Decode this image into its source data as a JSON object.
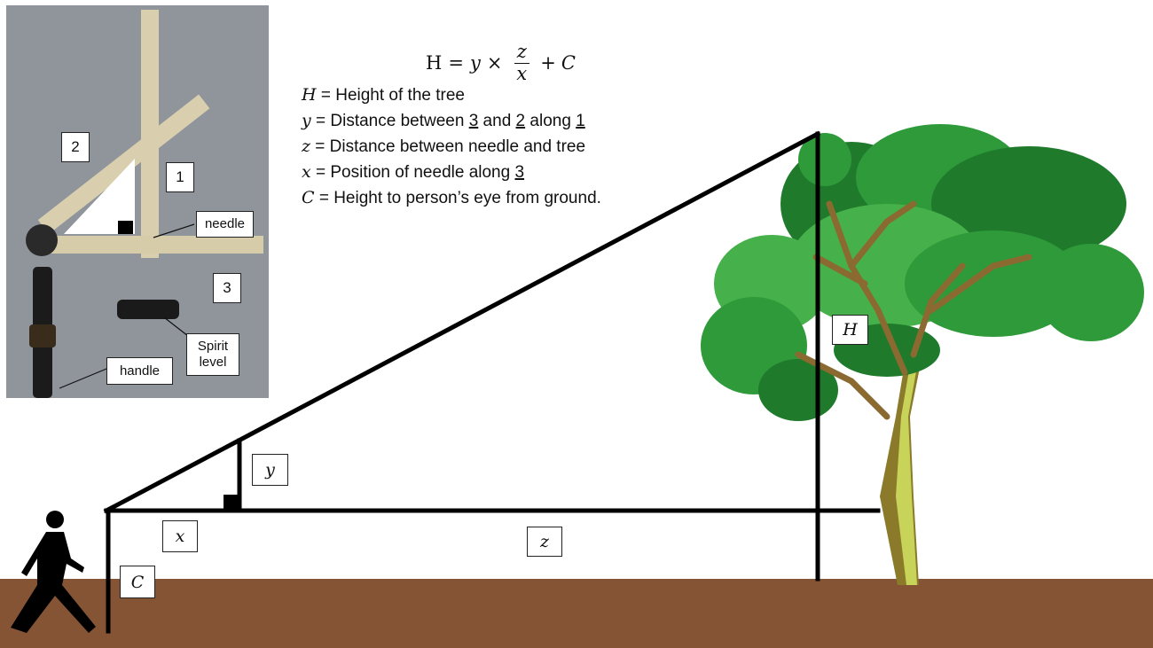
{
  "formula": {
    "lhs": "H",
    "equals": "=",
    "term1": "y",
    "times": "×",
    "frac_num": "z",
    "frac_den": "x",
    "plus": "+",
    "term2": "C"
  },
  "legend": [
    {
      "symbol": "H",
      "pre": " = Height of the tree",
      "u1": "",
      "mid": "",
      "u2": "",
      "mid2": "",
      "u3": ""
    },
    {
      "symbol": "y",
      "pre": " = Distance between ",
      "u1": "3",
      "mid": " and ",
      "u2": "2",
      "mid2": " along ",
      "u3": "1"
    },
    {
      "symbol": "z",
      "pre": " = Distance between needle and tree",
      "u1": "",
      "mid": "",
      "u2": "",
      "mid2": "",
      "u3": ""
    },
    {
      "symbol": "x",
      "pre": " = Position of needle along ",
      "u1": "3",
      "mid": "",
      "u2": "",
      "mid2": "",
      "u3": ""
    },
    {
      "symbol": "C",
      "pre": " = Height to person’s eye from ground.",
      "u1": "",
      "mid": "",
      "u2": "",
      "mid2": "",
      "u3": ""
    }
  ],
  "photo_labels": {
    "arm_2": "2",
    "arm_1": "1",
    "arm_3": "3",
    "needle": "needle",
    "spirit_level": "Spirit level",
    "handle": "handle"
  },
  "diagram_labels": {
    "H": "H",
    "y": "y",
    "x": "x",
    "z": "z",
    "C": "C"
  },
  "colors": {
    "ground": "#845435",
    "foliage_dark": "#1f7a2c",
    "foliage": "#2e9a3a",
    "foliage_light": "#46b04a",
    "trunk": "#8a7a2a",
    "trunk_light": "#c8d35a",
    "person": "#000000"
  }
}
